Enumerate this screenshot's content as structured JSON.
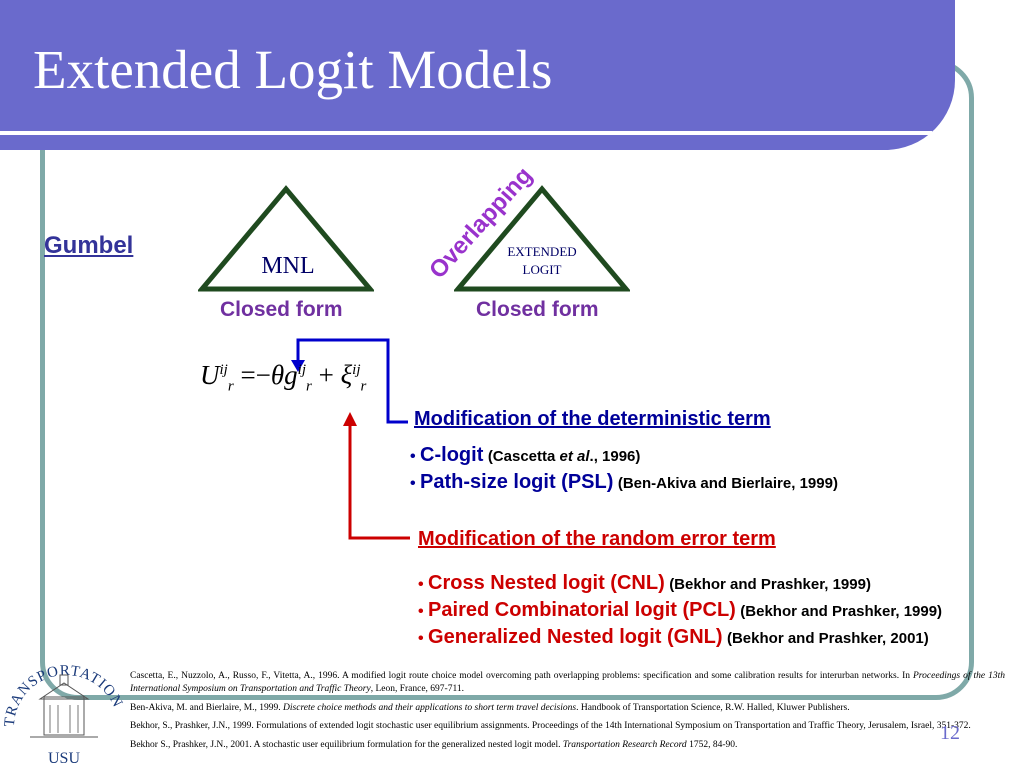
{
  "title": "Extended Logit Models",
  "gumbel": "Gumbel",
  "triangles": {
    "left_label": "MNL",
    "right_label_line1": "EXTENDED",
    "right_label_line2": "LOGIT",
    "left_caption": "Closed form",
    "right_caption": "Closed form",
    "overlap": "Overlapping"
  },
  "equation": {
    "U": "U",
    "theta": "θ",
    "g": "g",
    "xi": "ξ",
    "sup": "ij",
    "sub": "r"
  },
  "deterministic": {
    "heading": "Modification of the deterministic term",
    "items": [
      {
        "main": "C-logit",
        "cite_pre": "(Cascetta ",
        "cite_em": "et al",
        "cite_post": "., 1996)"
      },
      {
        "main": "Path-size logit (PSL)",
        "cite": "(Ben-Akiva and Bierlaire, 1999)"
      }
    ]
  },
  "random": {
    "heading": "Modification of the random error term",
    "items": [
      {
        "main": "Cross Nested logit (CNL)",
        "cite": "(Bekhor and Prashker, 1999)"
      },
      {
        "main": "Paired Combinatorial logit (PCL)",
        "cite": "(Bekhor and Prashker, 1999)"
      },
      {
        "main": "Generalized Nested logit  (GNL)",
        "cite": "(Bekhor and Prashker, 2001)"
      }
    ]
  },
  "references": [
    {
      "pre": "Cascetta, E., Nuzzolo, A., Russo, F., Vitetta, A., 1996. A modified logit route choice model overcoming path overlapping problems: specification and some calibration results for interurban networks. In ",
      "em": "Proceedings of the 13th International Symposium on Transportation and Traffic Theory",
      "post": ", Leon, France, 697-711."
    },
    {
      "pre": "Ben-Akiva, M. and Bierlaire, M., 1999. ",
      "em": "Discrete choice methods and their applications to short term travel decisions",
      "post": ". Handbook of Transportation Science, R.W. Halled, Kluwer Publishers."
    },
    {
      "pre": "Bekhor, S., Prashker, J.N., 1999. Formulations of extended logit stochastic user equilibrium assignments. Proceedings of the 14th International Symposium on Transportation and Traffic Theory, Jerusalem, Israel, 351-372.",
      "em": "",
      "post": ""
    },
    {
      "pre": "Bekhor S., Prashker, J.N., 2001. A stochastic user equilibrium formulation for the generalized nested logit model. ",
      "em": "Transportation Research Record",
      "post": " 1752, 84-90."
    }
  ],
  "logo": {
    "arc_text": "TRANSPORTATION",
    "bottom_text": "USU"
  },
  "slide_number": "12",
  "colors": {
    "title_bar": "#6a6acc",
    "frame": "#7fa9a8",
    "triangle": "#1f4a1f",
    "blue": "#000099",
    "red": "#cc0000",
    "purple": "#7030a0"
  }
}
